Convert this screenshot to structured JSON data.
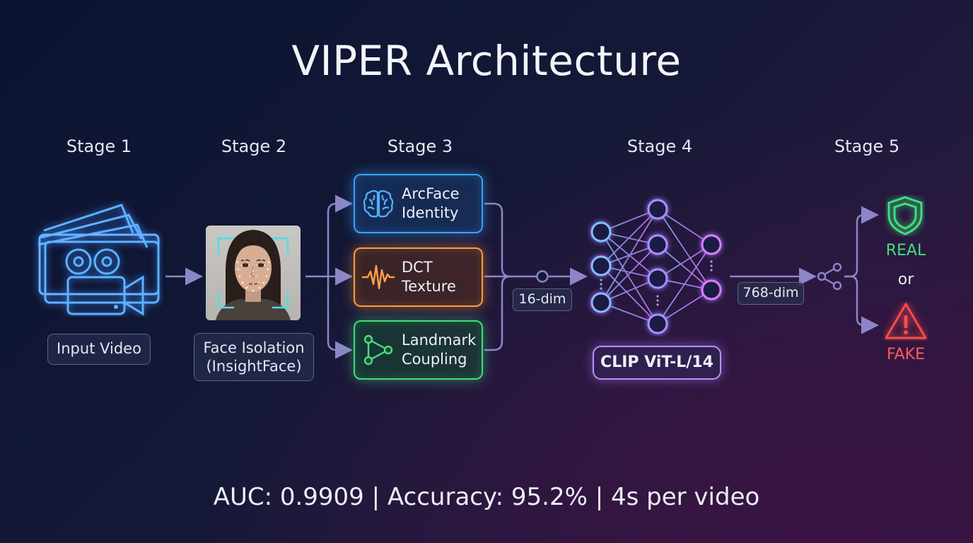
{
  "title": "VIPER Architecture",
  "stages": [
    "Stage 1",
    "Stage 2",
    "Stage 3",
    "Stage 4",
    "Stage 5"
  ],
  "input_label": "Input Video",
  "face_label_line1": "Face Isolation",
  "face_label_line2": "(InsightFace)",
  "features": [
    {
      "line1": "ArcFace",
      "line2": "Identity",
      "icon": "brain-icon",
      "color": "#3aa4ff"
    },
    {
      "line1": "DCT",
      "line2": "Texture",
      "icon": "waveform-icon",
      "color": "#ff9c3c"
    },
    {
      "line1": "Landmark",
      "line2": "Coupling",
      "icon": "triangle-graph-icon",
      "color": "#3fe07a"
    }
  ],
  "dim_in": "16-dim",
  "dim_out": "768-dim",
  "model_label": "CLIP ViT-L/14",
  "result_real": "REAL",
  "result_or": "or",
  "result_fake": "FAKE",
  "metrics": "AUC: 0.9909 | Accuracy: 95.2% | 4s per video",
  "colors": {
    "real": "#3fe07a",
    "fake": "#ff4b4b",
    "network": "#b990ff",
    "arrow": "#8c86c8"
  }
}
